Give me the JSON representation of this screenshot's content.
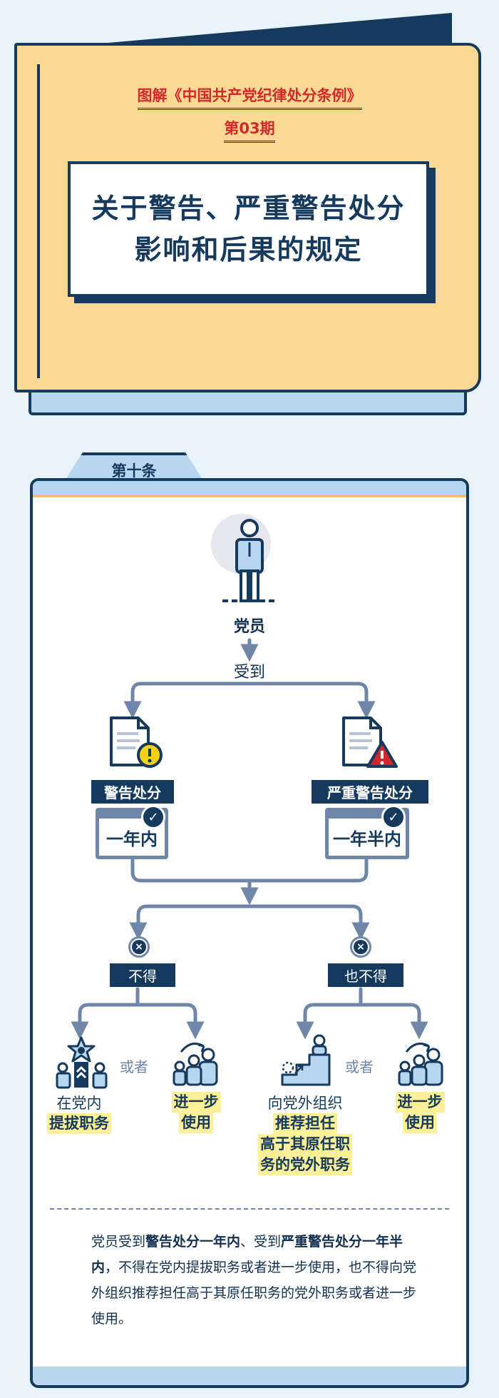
{
  "header": {
    "series": "图解《中国共产党纪律处分条例》",
    "issue": "第03期",
    "title_line1": "关于警告、严重警告处分",
    "title_line2": "影响和后果的规定"
  },
  "section": {
    "tab_label": "第十条",
    "member_label": "党员",
    "receive_label": "受到",
    "left_penalty": "警告处分",
    "right_penalty": "严重警告处分",
    "left_period": "一年内",
    "right_period": "一年半内",
    "left_prohibit": "不得",
    "right_prohibit": "也不得",
    "or_label": "或者",
    "left_opt1_line1": "在党内",
    "left_opt1_line2": "提拔职务",
    "left_opt2_line1": "进一步",
    "left_opt2_line2": "使用",
    "right_opt1_line1": "向党外组织",
    "right_opt1_line2": "推荐担任",
    "right_opt1_line3": "高于其原任职",
    "right_opt1_line4": "务的党外职务",
    "right_opt2_line1": "进一步",
    "right_opt2_line2": "使用"
  },
  "summary": {
    "p1": "党员受到",
    "b1": "警告处分一年内",
    "p2": "、受到",
    "b2": "严重警告处分一年半内",
    "p3": "，不得在党内提拔职务或者进一步使用，也不得向党外组织推荐担任高于其原任职务的党外职务或者进一步使用。"
  },
  "colors": {
    "navy": "#163a5d",
    "header_bg": "#fbd992",
    "header_accent": "#d4272c",
    "card_band": "#b7d6ef",
    "arrow": "#6f86a9",
    "highlight": "#fbef97",
    "warning_yellow": "#f5d016",
    "warning_red": "#d4272c"
  }
}
